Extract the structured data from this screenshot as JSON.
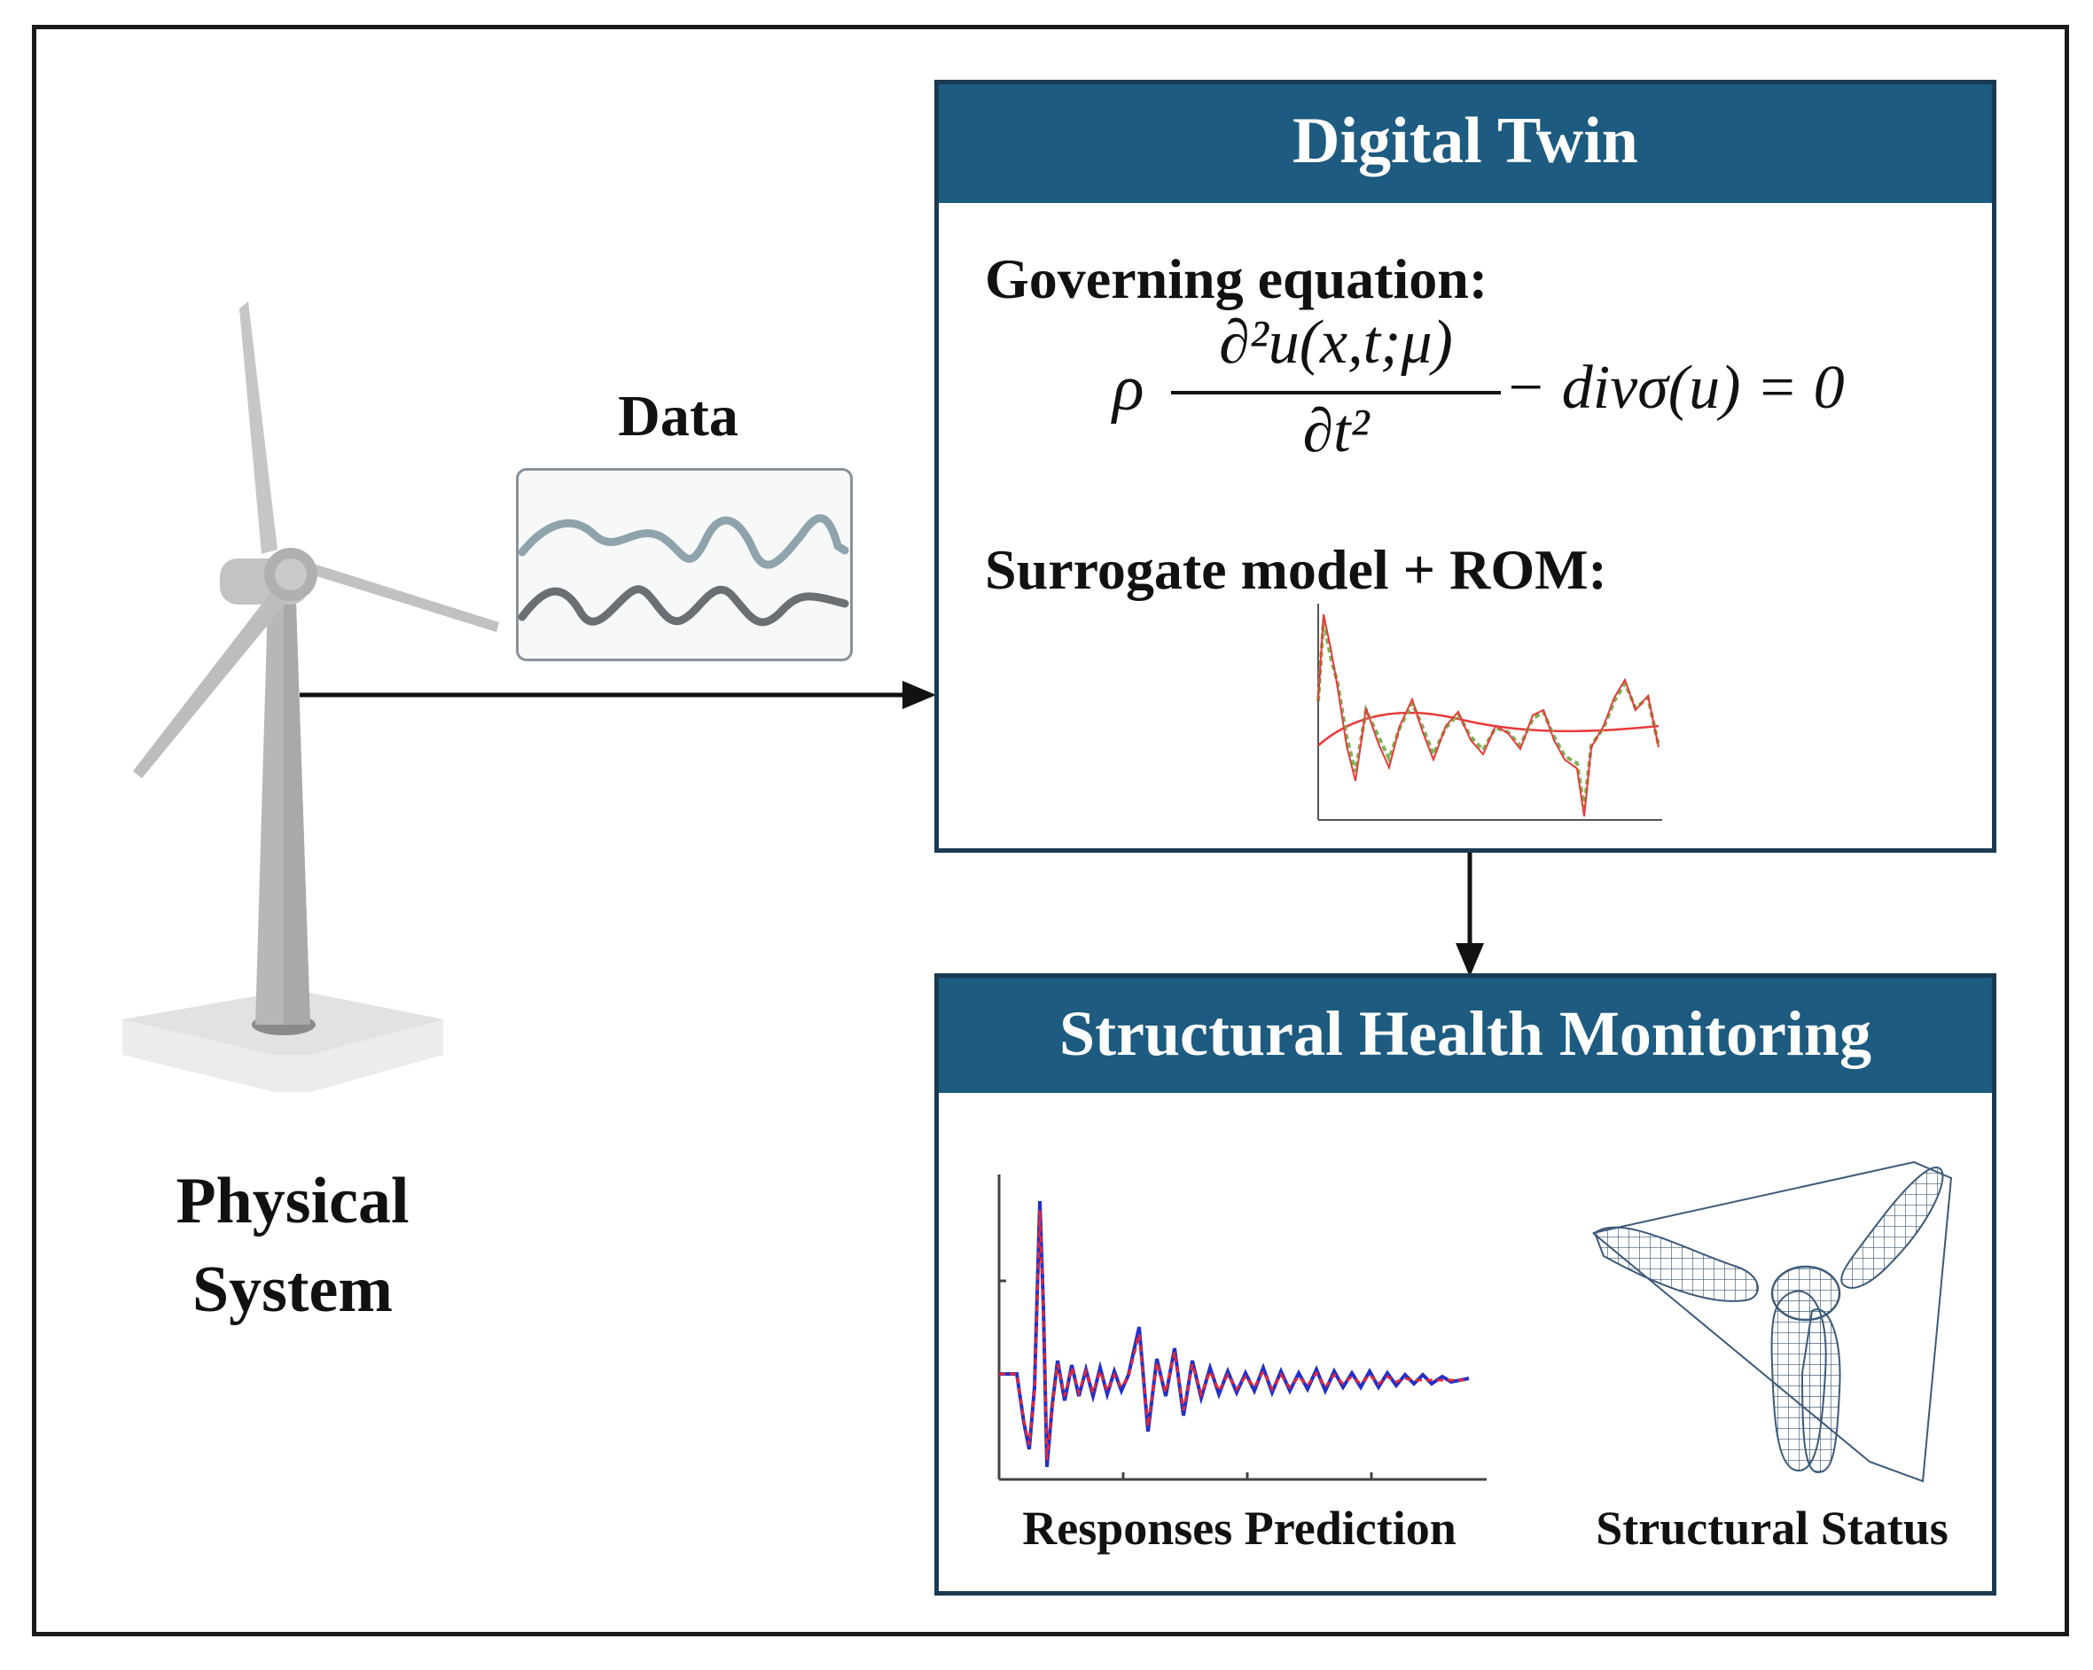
{
  "physical_system": {
    "line1": "Physical",
    "line2": "System",
    "image": "wind-turbine-icon"
  },
  "data_flow": {
    "label": "Data",
    "image": "signal-waves-icon"
  },
  "digital_twin": {
    "title": "Digital Twin",
    "governing_label": "Governing equation:",
    "equation": {
      "rho": "ρ",
      "numerator": "∂²u(x,t;μ)",
      "denominator": "∂t²",
      "rest": "− divσ(u) = 0"
    },
    "surrogate_label": "Surrogate model + ROM:"
  },
  "shm": {
    "title": "Structural Health Monitoring",
    "responses_label": "Responses Prediction",
    "status_label": "Structural Status"
  },
  "colors": {
    "header_blue": "#1d5b80",
    "panel_border": "#1b3a52",
    "turbine_gray": "#b5b5b5",
    "wave_top": "#8ea3ab",
    "wave_bottom": "#6b6f73",
    "rom_red": "#e83a3a",
    "rom_green": "#7db356",
    "resp_blue": "#2130c8",
    "resp_red": "#e0283a",
    "mesh_blue": "#3d5a78"
  }
}
